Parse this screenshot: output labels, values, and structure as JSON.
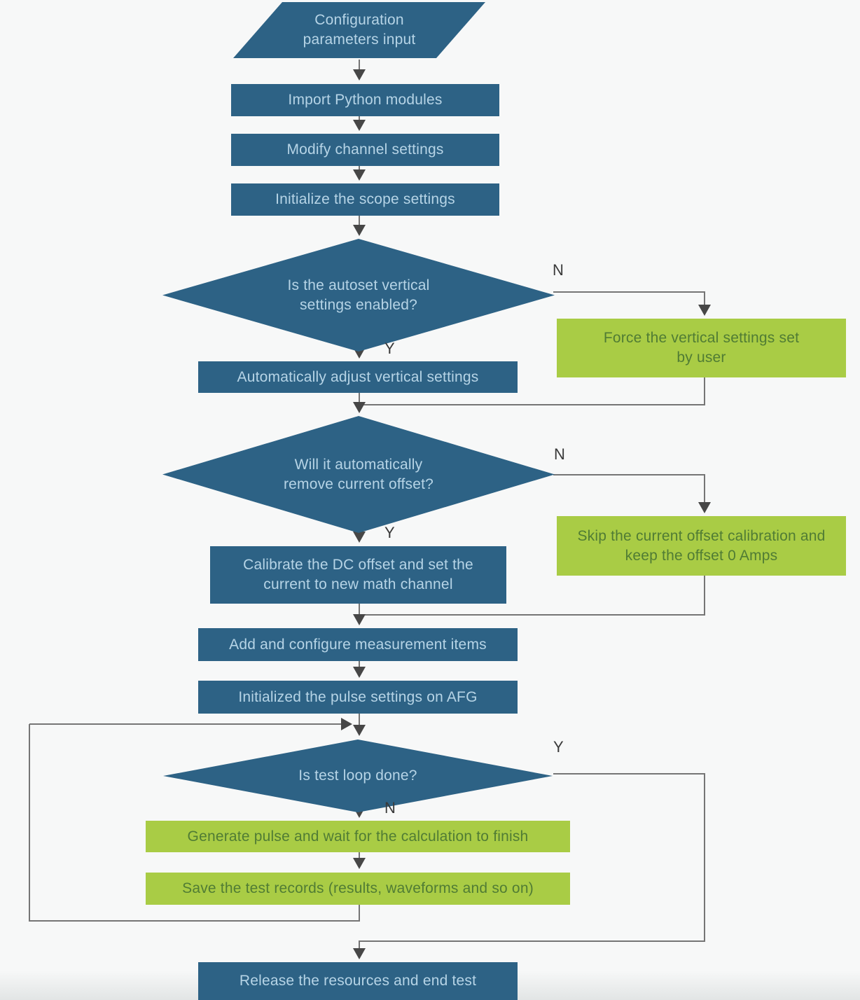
{
  "diagram_type": "flowchart",
  "colors": {
    "node_blue": "#2d6285",
    "node_green": "#a9cc45",
    "text_on_blue": "#b6d4e6",
    "text_on_green": "#507c34",
    "connector": "#757575",
    "background": "#f7f8f8"
  },
  "nodes": {
    "start": {
      "type": "input",
      "label": "Configuration parameters input"
    },
    "import_modules": {
      "type": "process",
      "label": "Import Python modules"
    },
    "modify_channel": {
      "type": "process",
      "label": "Modify channel settings"
    },
    "init_scope": {
      "type": "process",
      "label": "Initialize the scope settings"
    },
    "autoset_decision": {
      "type": "decision",
      "label": "Is the autoset vertical settings enabled?"
    },
    "force_vertical": {
      "type": "alternate",
      "label": "Force the vertical settings set by user"
    },
    "auto_adjust": {
      "type": "process",
      "label": "Automatically adjust vertical settings"
    },
    "remove_offset_decision": {
      "type": "decision",
      "label": "Will it automatically remove current offset?"
    },
    "skip_calibration": {
      "type": "alternate",
      "label": "Skip the current offset calibration and keep the offset 0 Amps"
    },
    "calibrate_dc": {
      "type": "process",
      "label": "Calibrate the DC offset and set the current to new math channel"
    },
    "add_measurements": {
      "type": "process",
      "label": "Add and configure measurement items"
    },
    "init_pulse": {
      "type": "process",
      "label": "Initialized the pulse settings on AFG"
    },
    "loop_decision": {
      "type": "decision",
      "label": "Is test loop done?"
    },
    "generate_pulse": {
      "type": "alternate",
      "label": "Generate pulse and wait for the calculation to finish"
    },
    "save_records": {
      "type": "alternate",
      "label": "Save the test records (results, waveforms and so on)"
    },
    "release": {
      "type": "process",
      "label": "Release the resources and end test"
    }
  },
  "branch_labels": {
    "autoset_yes": "Y",
    "autoset_no": "N",
    "remove_offset_yes": "Y",
    "remove_offset_no": "N",
    "loop_yes": "Y",
    "loop_no": "N"
  },
  "edges": [
    {
      "from": "start",
      "to": "import_modules"
    },
    {
      "from": "import_modules",
      "to": "modify_channel"
    },
    {
      "from": "modify_channel",
      "to": "init_scope"
    },
    {
      "from": "init_scope",
      "to": "autoset_decision"
    },
    {
      "from": "autoset_decision",
      "to": "auto_adjust",
      "label": "Y"
    },
    {
      "from": "autoset_decision",
      "to": "force_vertical",
      "label": "N"
    },
    {
      "from": "auto_adjust",
      "to": "remove_offset_decision"
    },
    {
      "from": "force_vertical",
      "to": "remove_offset_decision"
    },
    {
      "from": "remove_offset_decision",
      "to": "calibrate_dc",
      "label": "Y"
    },
    {
      "from": "remove_offset_decision",
      "to": "skip_calibration",
      "label": "N"
    },
    {
      "from": "calibrate_dc",
      "to": "add_measurements"
    },
    {
      "from": "skip_calibration",
      "to": "add_measurements"
    },
    {
      "from": "add_measurements",
      "to": "init_pulse"
    },
    {
      "from": "init_pulse",
      "to": "loop_decision"
    },
    {
      "from": "loop_decision",
      "to": "generate_pulse",
      "label": "N"
    },
    {
      "from": "generate_pulse",
      "to": "save_records"
    },
    {
      "from": "save_records",
      "to": "loop_decision"
    },
    {
      "from": "loop_decision",
      "to": "release",
      "label": "Y"
    }
  ]
}
